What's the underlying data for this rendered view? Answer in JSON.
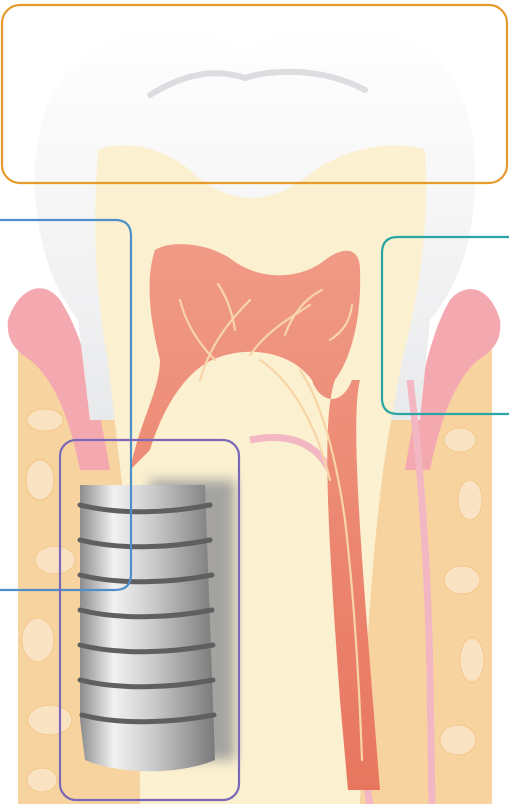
{
  "diagram": {
    "colors": {
      "background": "#ffffff",
      "enamel": "#fbfbfb",
      "enamel_shade": "#e9eaec",
      "dentin": "#fbf0cf",
      "pulp": "#ee8f79",
      "pulp_dark": "#e36f58",
      "nerve": "#f7d5a8",
      "gum": "#f4a9b0",
      "gum_dark": "#e88f97",
      "bone": "#f7d3a0",
      "bone_cell": "#f9e1bd",
      "periodontal": "#f3b7c4",
      "implant_light": "#e6e6e6",
      "implant_dark": "#8f8f8f",
      "box_orange": "#e59a2b",
      "box_blue": "#4f8fc9",
      "box_teal": "#2aa5a3",
      "box_purple": "#7b68b8"
    },
    "highlight_regions": [
      {
        "name": "crown-region",
        "color_key": "box_orange"
      },
      {
        "name": "gum-region-left",
        "color_key": "box_blue"
      },
      {
        "name": "gum-region-right",
        "color_key": "box_teal"
      },
      {
        "name": "implant-region",
        "color_key": "box_purple"
      }
    ]
  }
}
